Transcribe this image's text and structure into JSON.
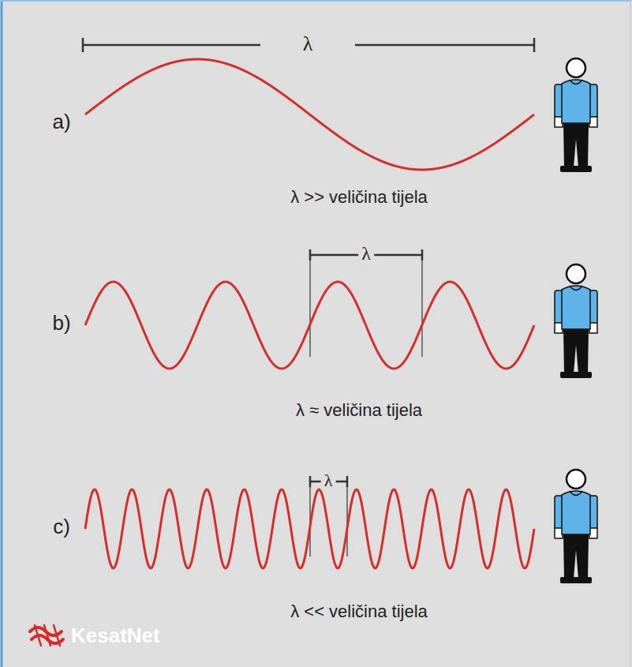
{
  "diagram": {
    "labels": [
      "λ",
      "a)",
      "λ >> veličina tijela",
      "λ",
      "b)",
      "λ ≈ veličina tijela",
      "λ",
      "c)",
      "λ << veličina tijela",
      "KesatNet"
    ]
  }
}
